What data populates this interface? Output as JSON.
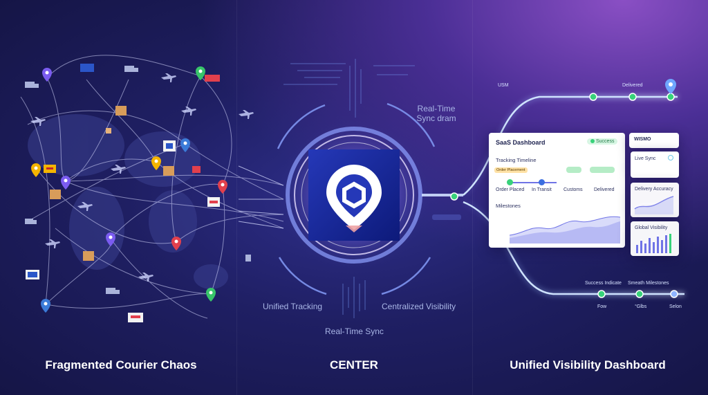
{
  "sections": {
    "left_title": "Fragmented Courier Chaos",
    "center_title": "CENTER",
    "right_title": "Unified Visibility Dashboard"
  },
  "center": {
    "realtime_top": "Real-Time Sync dram",
    "unified_tracking": "Unified Tracking",
    "centralized_visibility": "Centralized Visibility",
    "realtime_bottom": "Real-Time Sync"
  },
  "route_top": {
    "left_label": "USM",
    "right_label": "Delivered"
  },
  "route_bottom": {
    "label_a": "Success Indicate",
    "label_b": "Smeath Milestones",
    "stop_1": "Fow",
    "stop_2": "°Glbs",
    "stop_3": "Selon"
  },
  "dashboard": {
    "title": "SaaS Dashboard",
    "status_badge": "Success",
    "timeline_title": "Tracking Timeline",
    "order_chip": "Order Placement",
    "steps": [
      "Order Placed",
      "In Transit",
      "Customs",
      "Delivered"
    ],
    "milestones_title": "Milestones"
  },
  "side_cards": {
    "wismo": "WISMO",
    "live_sync": "Live Sync",
    "delivery_accuracy": "Delivery Accuracy",
    "global_visibility": "Global Visibility"
  },
  "colors": {
    "accent_green": "#38d27a",
    "pin_purple": "#7b5cf0",
    "pin_blue": "#3b7bd8",
    "pin_red": "#e2404d",
    "pin_yellow": "#f4b400",
    "chart_purple": "#6f73e6",
    "logo_bg": "#1c2fa6"
  }
}
